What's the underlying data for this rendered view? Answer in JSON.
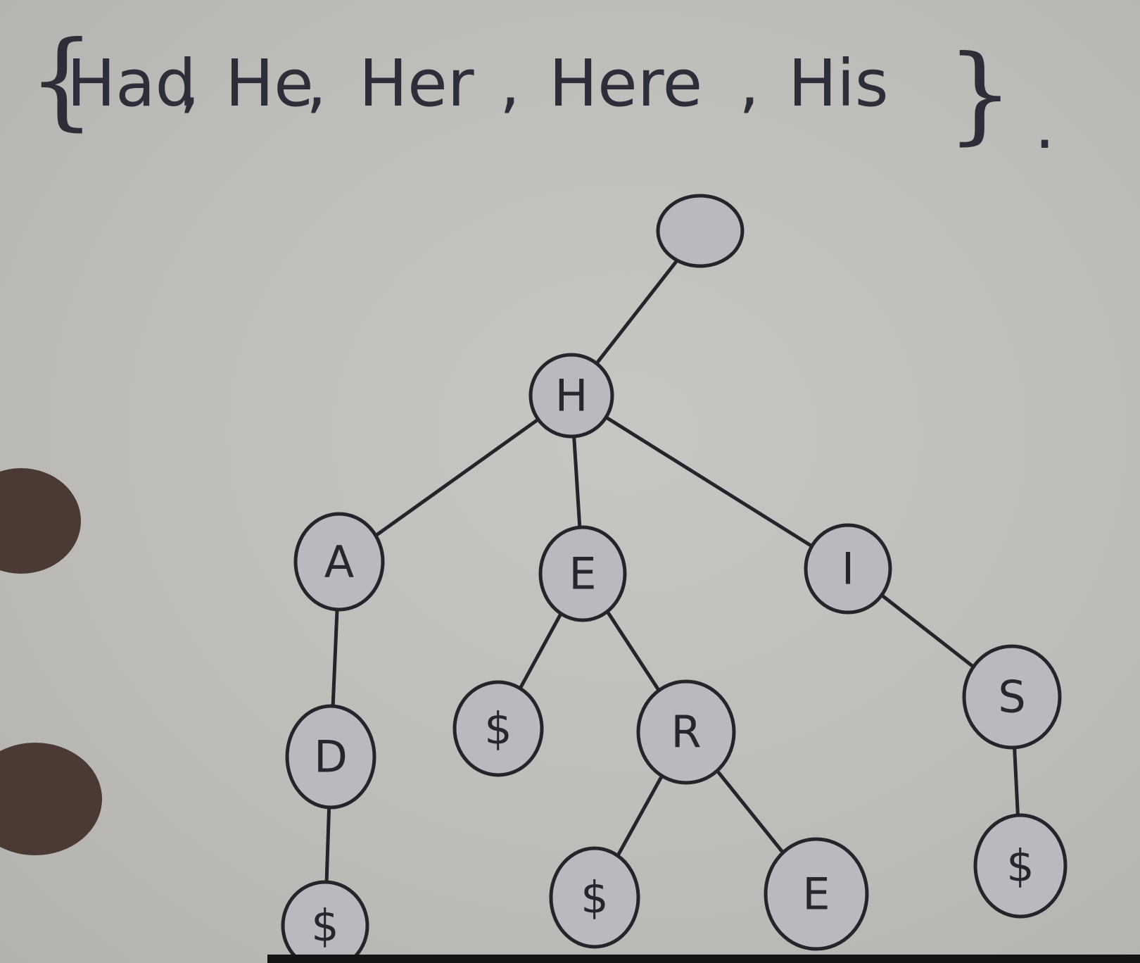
{
  "set": {
    "open_brace": "{",
    "words": [
      "Had",
      "He",
      "Her",
      "Here",
      "His"
    ],
    "separator": ",",
    "close_brace": "}",
    "end_mark": "."
  },
  "trie": {
    "nodes": [
      {
        "id": "root",
        "label": ""
      },
      {
        "id": "h",
        "label": "H"
      },
      {
        "id": "a",
        "label": "A"
      },
      {
        "id": "e",
        "label": "E"
      },
      {
        "id": "i",
        "label": "I"
      },
      {
        "id": "d",
        "label": "D"
      },
      {
        "id": "d_end",
        "label": "$"
      },
      {
        "id": "e_end",
        "label": "$"
      },
      {
        "id": "r",
        "label": "R"
      },
      {
        "id": "r_end",
        "label": "$"
      },
      {
        "id": "r_e",
        "label": "E"
      },
      {
        "id": "s",
        "label": "S"
      },
      {
        "id": "s_end",
        "label": "$"
      }
    ],
    "edges": [
      [
        "root",
        "h"
      ],
      [
        "h",
        "a"
      ],
      [
        "h",
        "e"
      ],
      [
        "h",
        "i"
      ],
      [
        "a",
        "d"
      ],
      [
        "d",
        "d_end"
      ],
      [
        "e",
        "e_end"
      ],
      [
        "e",
        "r"
      ],
      [
        "r",
        "r_end"
      ],
      [
        "r",
        "r_e"
      ],
      [
        "i",
        "s"
      ],
      [
        "s",
        "s_end"
      ]
    ]
  },
  "colors": {
    "paper": "#bfbdb9",
    "ink": "#24242a",
    "node_fill": "#bab9bf"
  }
}
